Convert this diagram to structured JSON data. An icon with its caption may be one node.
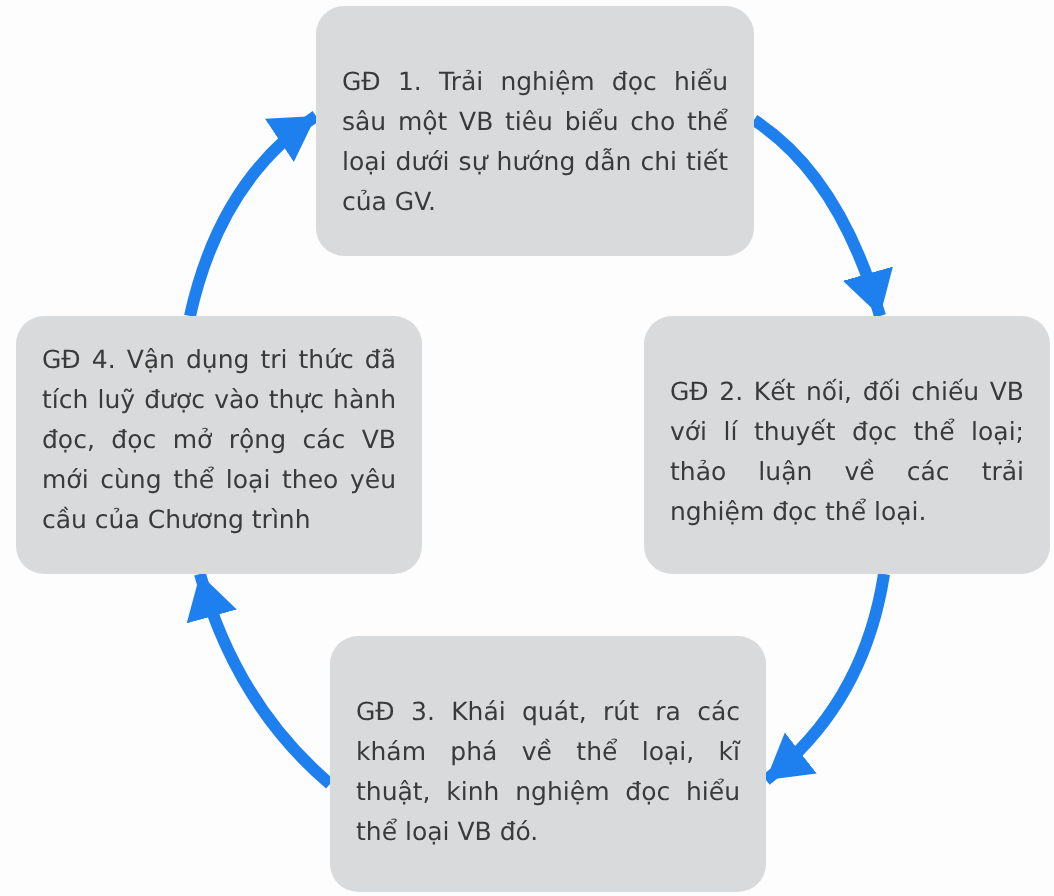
{
  "diagram": {
    "nodes": [
      {
        "text": [
          "GĐ 1. Trải nghiệm đọc hiểu sâu một VB tiêu biểu cho thể loại dưới sự hướng dẫn chi tiết của GV."
        ]
      },
      {
        "text": [
          "GĐ 2. Kết nối, đối chiếu VB với lí thuyết đọc thể loại; thảo luận về các trải nghiệm đọc thể loại."
        ]
      },
      {
        "text": [
          "GĐ 3. Khái quát, rút ra các khám phá về thể loại, kĩ thuật, kinh nghiệm đọc hiểu thể loại VB đó."
        ]
      },
      {
        "text": [
          "GĐ 4. Vận dụng tri thức đã tích luỹ được vào thực hành đọc, đọc mở rộng các VB mới cùng thể loại theo yêu cầu của Chương trình"
        ]
      }
    ],
    "edges": [
      {
        "from": 0,
        "to": 1,
        "arrow": "to"
      },
      {
        "from": 1,
        "to": 2,
        "arrow": "to"
      },
      {
        "from": 2,
        "to": 3,
        "arrow": "to"
      },
      {
        "from": 3,
        "to": 0,
        "arrow": "to"
      }
    ]
  }
}
